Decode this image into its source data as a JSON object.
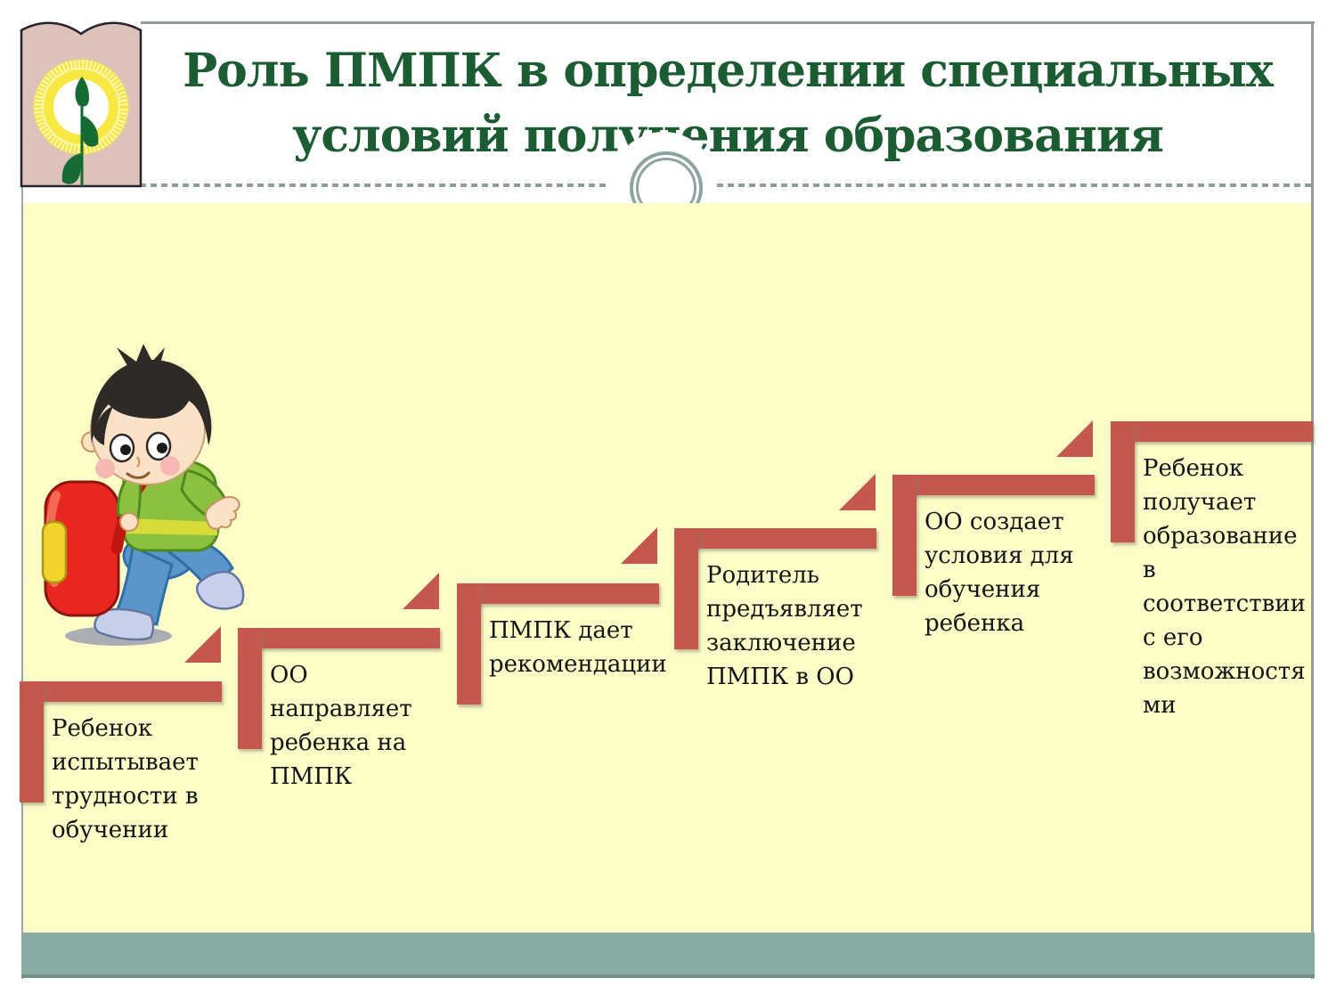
{
  "slide": {
    "title": "Роль ПМПК в определении специальных\nусловий получения образования"
  },
  "steps": [
    {
      "order": 1,
      "label": "Ребенок\nиспытывает\nтрудности в\nобучении"
    },
    {
      "order": 2,
      "label": "ОО\nнаправляет\nребенка на\nПМПК"
    },
    {
      "order": 3,
      "label": "ПМПК дает\nрекомендации"
    },
    {
      "order": 4,
      "label": "Родитель\nпредъявляет\nзаключение\nПМПК в ОО"
    },
    {
      "order": 5,
      "label": "ОО создает\nусловия для\nобучения\nребенка"
    },
    {
      "order": 6,
      "label": "Ребенок\nполучает\nобразование\nв\nсоответствии\nс его\nвозможностя\nми"
    }
  ],
  "icons": {
    "logo": "open-book-with-sunflower-sprout",
    "mascot": "schoolboy-with-backpack-walking",
    "divider": "double-ring-circle-ornament",
    "step_arrow": "upward-step-triangle"
  },
  "colors": {
    "title_green": "#1c5c32",
    "step_red": "#c4584e",
    "background_yellow": "#fdfdc8",
    "footer_teal": "#8aaba4",
    "border_gray": "#8f9e9b",
    "text_black": "#141414"
  }
}
